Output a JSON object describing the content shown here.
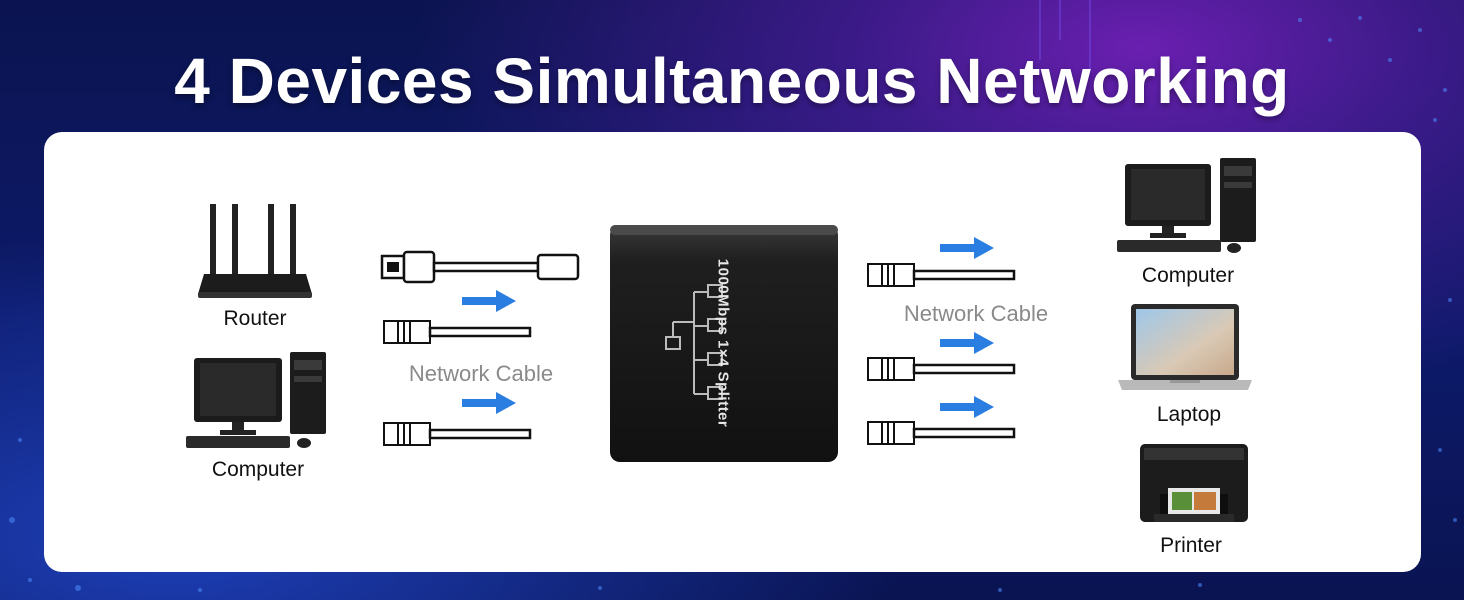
{
  "title": "4 Devices Simultaneous Networking",
  "left": {
    "devices": [
      {
        "label": "Router",
        "icon": "router-icon"
      },
      {
        "label": "Computer",
        "icon": "desktop-computer-icon"
      }
    ],
    "cable_label": "Network Cable"
  },
  "splitter": {
    "label": "1000Mbps 1×4 Splitter",
    "color": "#1c1c1c"
  },
  "right": {
    "cable_label": "Network Cable",
    "devices": [
      {
        "label": "Computer",
        "icon": "desktop-computer-icon"
      },
      {
        "label": "Laptop",
        "icon": "laptop-icon"
      },
      {
        "label": "Printer",
        "icon": "printer-icon"
      }
    ]
  },
  "colors": {
    "arrow": "#2a7de1",
    "background": "#0d1a6a",
    "panel": "#ffffff"
  }
}
